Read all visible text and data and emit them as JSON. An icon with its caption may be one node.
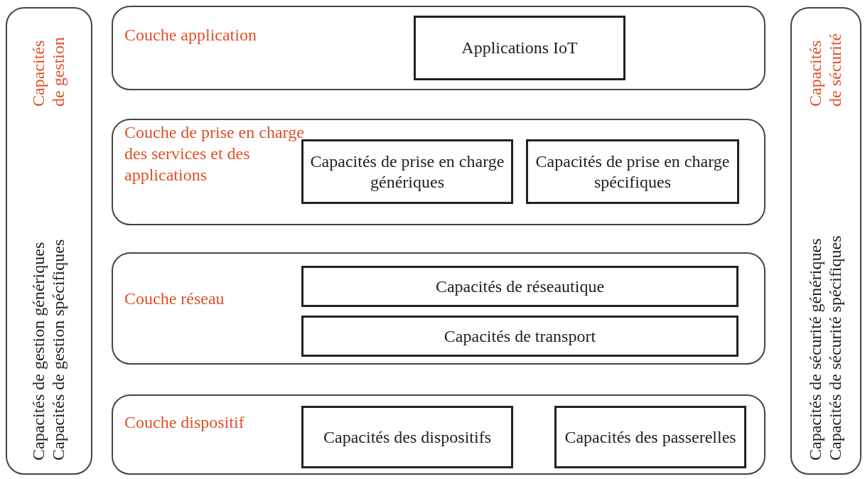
{
  "diagram": {
    "nodes": [
      {
        "text": [
          "Capacités de gestion",
          "Capacités de gestion génériques",
          "Capacités de gestion spécifiques"
        ]
      },
      {
        "text": [
          "Couche application"
        ]
      },
      {
        "text": [
          "Applications IoT"
        ],
        "in": 1
      },
      {
        "text": [
          "Couche de prise en charge des services et des applications"
        ]
      },
      {
        "text": [
          "Capacités de prise en charge génériques"
        ],
        "in": 3
      },
      {
        "text": [
          "Capacités de prise en charge spécifiques"
        ],
        "in": 3
      },
      {
        "text": [
          "Couche réseau"
        ]
      },
      {
        "text": [
          "Capacités de réseautique"
        ],
        "in": 6
      },
      {
        "text": [
          "Capacités de transport"
        ],
        "in": 6
      },
      {
        "text": [
          "Couche dispositif"
        ]
      },
      {
        "text": [
          "Capacités des dispositifs"
        ],
        "in": 9
      },
      {
        "text": [
          "Capacités des passerelles"
        ],
        "in": 9
      },
      {
        "text": [
          "Capacités de sécurité",
          "Capacités de sécurité génériques",
          "Capacités de sécurité spécifiques"
        ]
      }
    ]
  }
}
